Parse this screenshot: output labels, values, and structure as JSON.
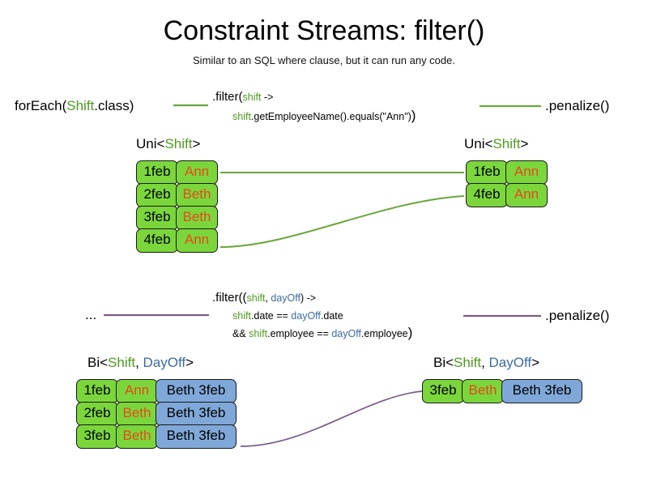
{
  "header": {
    "title": "Constraint Streams: filter()",
    "subtitle": "Similar to an SQL where clause, but it can run any code."
  },
  "colors": {
    "shift_green": "#4E9A1F",
    "dayoff_blue": "#3B6BA5",
    "box_green": "#7BD63C",
    "box_blue": "#7FA8D8",
    "name_orange": "#E8491A",
    "link_green": "#6AA63B",
    "link_purple": "#7A5C86",
    "text_black": "#000000"
  },
  "row1": {
    "source_label": "forEach(Shift.class)",
    "filter_head_prefix": ".filter(",
    "filter_head_var": "shift",
    "filter_head_suffix": " ->",
    "filter_body_var": "shift",
    "filter_body_rest": ".getEmployeeName().equals(\"Ann\")",
    "filter_body_close": ")",
    "penalize_label": ".penalize()",
    "input_caption": {
      "prefix": "Uni<",
      "generic1": "Shift",
      "suffix": ">"
    },
    "output_caption": {
      "prefix": "Uni<",
      "generic1": "Shift",
      "suffix": ">"
    },
    "input_tuples": [
      {
        "date": "1feb",
        "name": "Ann"
      },
      {
        "date": "2feb",
        "name": "Beth"
      },
      {
        "date": "3feb",
        "name": "Beth"
      },
      {
        "date": "4feb",
        "name": "Ann"
      }
    ],
    "output_tuples": [
      {
        "date": "1feb",
        "name": "Ann"
      },
      {
        "date": "4feb",
        "name": "Ann"
      }
    ]
  },
  "row2": {
    "source_label": "...",
    "filter_head_prefix": ".filter((",
    "filter_head_var1": "shift",
    "filter_head_sep": ", ",
    "filter_head_var2": "dayOff",
    "filter_head_suffix": ") ->",
    "filter_body1_var1": "shift",
    "filter_body1_mid": ".date == ",
    "filter_body1_var2": "dayOff",
    "filter_body1_end": ".date",
    "filter_body2_prefix": "&& ",
    "filter_body2_var1": "shift",
    "filter_body2_mid": ".employee == ",
    "filter_body2_var2": "dayOff",
    "filter_body2_end": ".employee",
    "filter_body2_close": ")",
    "penalize_label": ".penalize()",
    "input_caption": {
      "prefix": "Bi<",
      "generic1": "Shift",
      "sep": ", ",
      "generic2": "DayOff",
      "suffix": ">"
    },
    "output_caption": {
      "prefix": "Bi<",
      "generic1": "Shift",
      "sep": ", ",
      "generic2": "DayOff",
      "suffix": ">"
    },
    "input_tuples": [
      {
        "date": "1feb",
        "name": "Ann",
        "pair": "Beth 3feb"
      },
      {
        "date": "2feb",
        "name": "Beth",
        "pair": "Beth 3feb"
      },
      {
        "date": "3feb",
        "name": "Beth",
        "pair": "Beth 3feb"
      }
    ],
    "output_tuples": [
      {
        "date": "3feb",
        "name": "Beth",
        "pair": "Beth 3feb"
      }
    ]
  }
}
